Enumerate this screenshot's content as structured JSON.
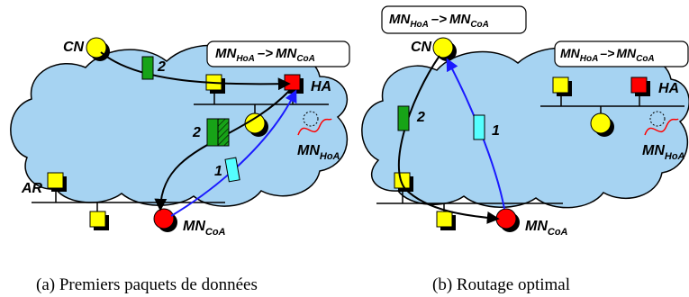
{
  "figures": [
    {
      "id": "a",
      "caption": "(a) Premiers paquets de données",
      "cn": "CN",
      "ha": "HA",
      "ar": "AR",
      "mn_hoa": {
        "base": "MN",
        "sub": "HoA"
      },
      "mn_coa": {
        "base": "MN",
        "sub": "CoA"
      },
      "route_box": {
        "left": "MN",
        "left_sub": "HoA",
        "arrow": "–>",
        "right": "MN",
        "right_sub": "CoA"
      },
      "packet_labels": [
        "2",
        "2",
        "1"
      ]
    },
    {
      "id": "b",
      "caption": "(b) Routage optimal",
      "cn": "CN",
      "ha": "HA",
      "mn_hoa": {
        "base": "MN",
        "sub": "HoA"
      },
      "mn_coa": {
        "base": "MN",
        "sub": "CoA"
      },
      "route_box_top": {
        "left": "MN",
        "left_sub": "HoA",
        "arrow": "–>",
        "right": "MN",
        "right_sub": "CoA"
      },
      "route_box_right": {
        "left": "MN",
        "left_sub": "HoA",
        "arrow": "–>",
        "right": "MN",
        "right_sub": "CoA"
      },
      "packet_labels": [
        "2",
        "1"
      ]
    }
  ],
  "colors": {
    "cloud": "#a6d3f2",
    "cloud_stroke": "#000000",
    "node_yellow": "#ffff00",
    "node_red": "#ff0000",
    "packet_green": "#17a317",
    "packet_cyan": "#55ffff",
    "arrow_blue": "#1a1aff",
    "arrow_black": "#000000",
    "tunnel_red": "#ff0000"
  }
}
